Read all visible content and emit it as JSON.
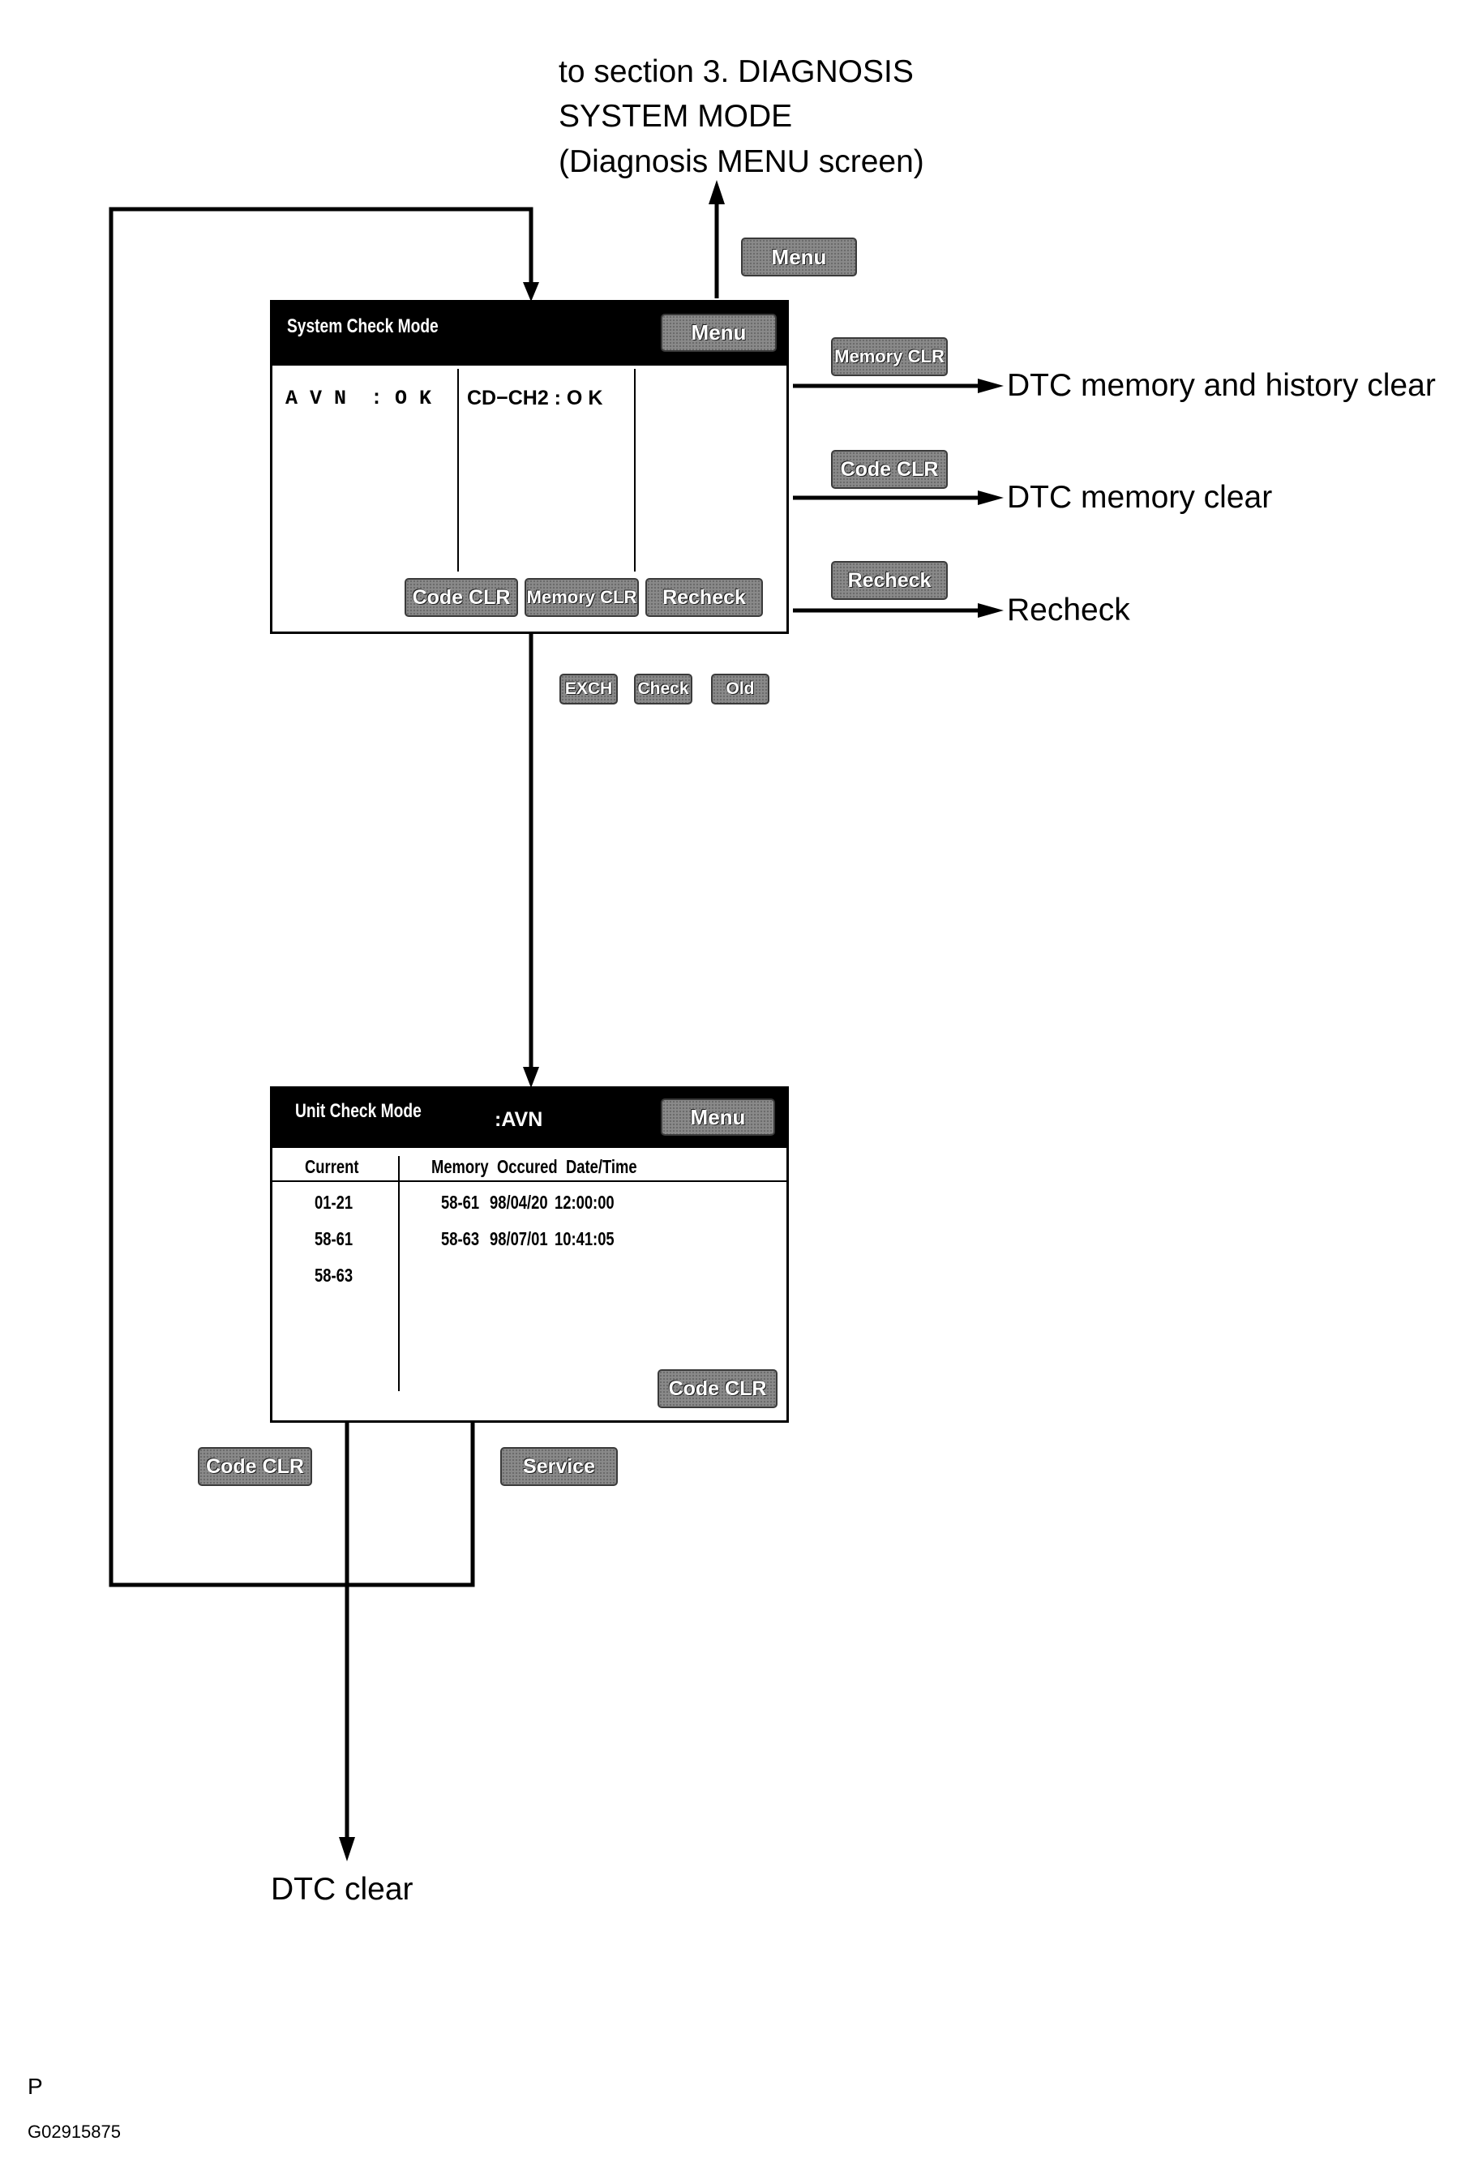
{
  "top_note": {
    "line1": "to section 3. DIAGNOSIS",
    "line2": "SYSTEM MODE",
    "line3": "(Diagnosis MENU screen)"
  },
  "buttons": {
    "menu_top": "Menu",
    "memory_clr_side": "Memory CLR",
    "code_clr_side": "Code CLR",
    "recheck_side": "Recheck",
    "exch": "EXCH",
    "check": "Check",
    "old": "Old",
    "code_clr_left": "Code CLR",
    "service": "Service"
  },
  "labels": {
    "memory_history_clear": "DTC memory and history clear",
    "memory_clear": "DTC memory clear",
    "recheck": "Recheck",
    "dtc_clear": "DTC clear"
  },
  "system_check_screen": {
    "title": "System Check Mode",
    "menu_button": "Menu",
    "status_1": "A V N  : O K",
    "status_2": "CD−CH2 : O K",
    "code_clr_button": "Code CLR",
    "memory_clr_button": "Memory CLR",
    "recheck_button": "Recheck"
  },
  "unit_check_screen": {
    "title": "Unit Check Mode",
    "unit": ":AVN",
    "menu_button": "Menu",
    "col_current": "Current",
    "col_memory": "Memory",
    "col_occured": "Occured",
    "col_datetime": "Date/Time",
    "current_codes": [
      "01-21",
      "58-61",
      "58-63"
    ],
    "memory_rows": [
      {
        "code": "58-61",
        "date": "98/04/20",
        "time": "12:00:00"
      },
      {
        "code": "58-63",
        "date": "98/07/01",
        "time": "10:41:05"
      }
    ],
    "code_clr_button": "Code CLR"
  },
  "footer": {
    "letter": "P",
    "figure_id": "G02915875"
  }
}
